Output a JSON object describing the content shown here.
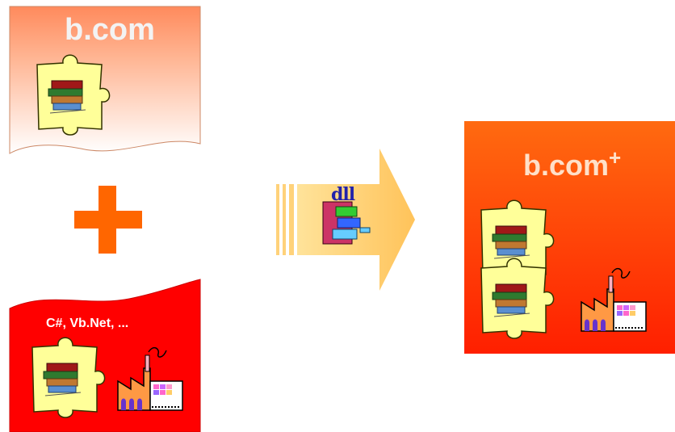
{
  "source_card": {
    "title": "b.com"
  },
  "plus_sign": {
    "color": "#ff6600"
  },
  "code_card": {
    "languages": "C#, Vb.Net, ..."
  },
  "arrow": {
    "icon_label": "dll"
  },
  "result_card": {
    "title": "b.com",
    "superscript": "+"
  },
  "colors": {
    "card_orange_top": "#ff8a5c",
    "card_red": "#ff0000",
    "result_orange": "#ff5a00",
    "arrow_fill": "#ffcc66",
    "puzzle_fill": "#ffff99"
  },
  "icons": [
    "puzzle-book-icon",
    "factory-icon",
    "dll-icon"
  ]
}
